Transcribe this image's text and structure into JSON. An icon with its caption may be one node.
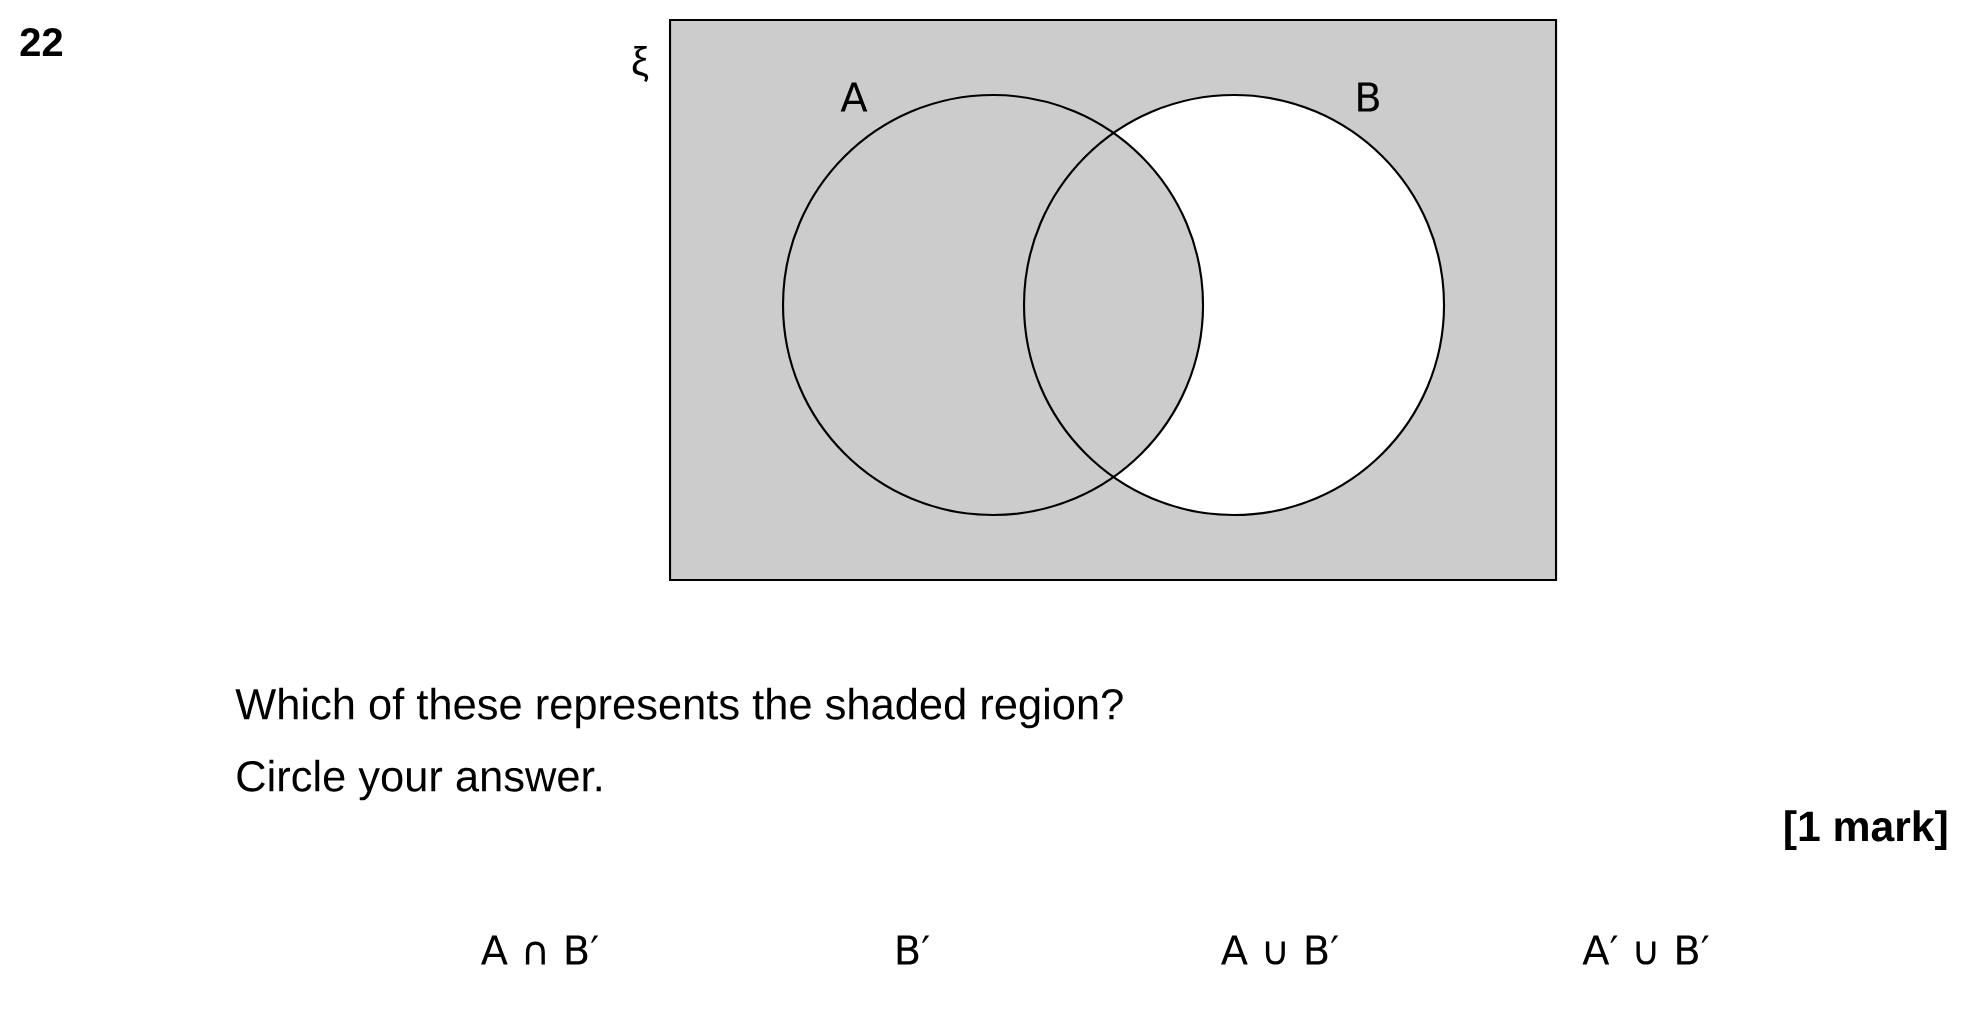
{
  "diagram": {
    "nodes": [
      {
        "text": [
          "ξ"
        ]
      },
      {
        "text": [
          "A"
        ],
        "in": 0
      },
      {
        "text": [
          "B"
        ],
        "in": 0
      }
    ],
    "labels": [
      "22",
      "Which of these represents the shaded region?",
      "Circle your answer.",
      "[1 mark]",
      "A ∩ B′",
      "B′",
      "A ∪ B′",
      "A′ ∪ B′"
    ]
  }
}
